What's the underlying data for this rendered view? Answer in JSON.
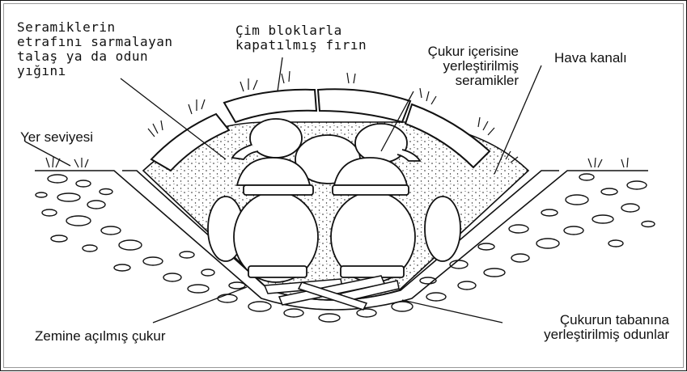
{
  "labels": {
    "ceramics_wood_pile": "Seramiklerin\netrafını sarmalayan\ntalaş ya da odun\nyığını",
    "turf_covered_kiln": "Çim bloklarla\nkapatılmış fırın",
    "ceramics_in_pit": "Çukur içerisine\nyerleştirilmiş\nseramikler",
    "air_channel": "Hava kanalı",
    "ground_level": "Yer seviyesi",
    "pit_dug_in_ground": "Zemine açılmış çukur",
    "wood_at_pit_bottom": "Çukurun tabanına\nyerleştirilmiş odunlar"
  },
  "colors": {
    "ink": "#111111",
    "paper": "#ffffff"
  }
}
